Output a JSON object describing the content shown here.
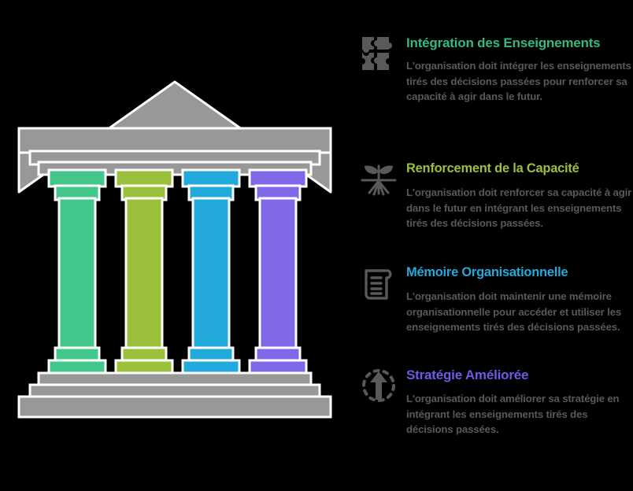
{
  "theme": {
    "background": "#000000",
    "stone_fill": "#989898",
    "stone_stroke": "#ffffff",
    "body_text_color": "#58595b"
  },
  "temple": {
    "name": "organizational-learning-temple",
    "roof_label": "pediment",
    "base_label": "stylobate",
    "pillars": [
      {
        "name": "pillar-integration",
        "color": "#42c68a"
      },
      {
        "name": "pillar-capacity",
        "color": "#9bc13c"
      },
      {
        "name": "pillar-memory",
        "color": "#23aadc"
      },
      {
        "name": "pillar-strategy",
        "color": "#8068e8"
      }
    ]
  },
  "sections": [
    {
      "icon": "puzzle-pieces-icon",
      "title": "Intégration des Enseignements",
      "title_color": "#34b87d",
      "text": "L'organisation doit intégrer les enseignements tirés des décisions passées pour renforcer sa capacité à agir dans le futur."
    },
    {
      "icon": "seedling-roots-icon",
      "title": "Renforcement de la Capacité",
      "title_color": "#9bc13c",
      "text": "L'organisation doit renforcer sa capacité à agir dans le futur en intégrant les enseignements tirés des décisions passées."
    },
    {
      "icon": "scroll-document-icon",
      "title": "Mémoire Organisationnelle",
      "title_color": "#23aadc",
      "text": "L'organisation doit maintenir une mémoire organisationnelle pour accéder et utiliser les enseignements tirés des décisions passées."
    },
    {
      "icon": "upward-arrow-dashed-circle-icon",
      "title": "Stratégie Améliorée",
      "title_color": "#6b5ce7",
      "text": "L'organisation doit améliorer sa stratégie en intégrant les enseignements tirés des décisions passées."
    }
  ]
}
